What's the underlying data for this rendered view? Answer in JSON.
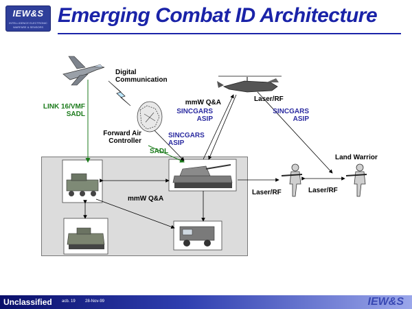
{
  "header": {
    "logo_text": "IEW&S",
    "logo_subtext": "INTELLIGENCE ELECTRONIC WARFARE & SENSORS",
    "title": "Emerging Combat ID Architecture"
  },
  "labels": {
    "digital_comm": "Digital\nCommunication",
    "link16": "LINK 16/VMF\nSADL",
    "fac": "Forward Air\nController",
    "sadl": "SADL",
    "sincgars_left": "SINCGARS\nASIP",
    "sincgars_top": "SINCGARS\nASIP",
    "sincgars_right": "SINCGARS\nASIP",
    "mmw_qa_top": "mmW Q&A",
    "mmw_qa_panel": "mmW Q&A",
    "laser_rf_top": "Laser/RF",
    "laser_rf_left": "Laser/RF",
    "laser_rf_right": "Laser/RF",
    "land_warrior": "Land Warrior"
  },
  "footer": {
    "classification": "Unclassified",
    "ref": "acb. 19",
    "date": "28-Nov-99",
    "brand": "IEW&S"
  },
  "colors": {
    "title": "#1a23a8",
    "green_link": "#1a7a1a",
    "blue_link": "#2a2aa0",
    "panel_bg": "#dcdcdc"
  }
}
